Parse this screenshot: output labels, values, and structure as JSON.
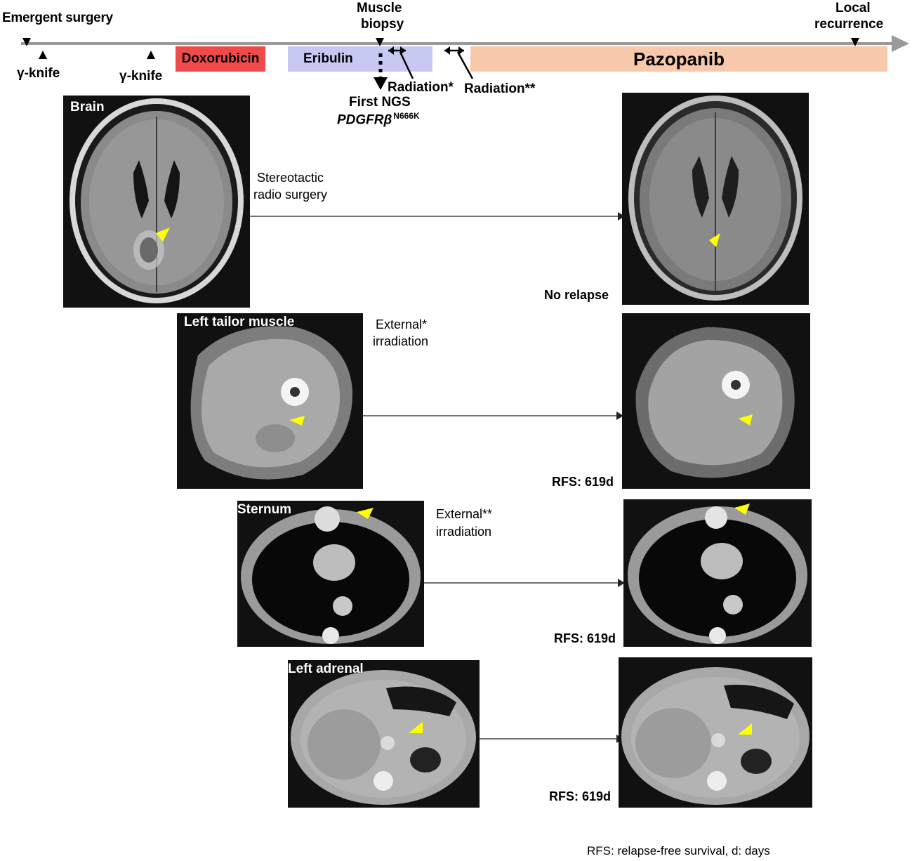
{
  "timeline": {
    "events_above": {
      "emergent": "Emergent surgery",
      "biopsy_line1": "Muscle",
      "biopsy_line2": "biopsy",
      "local_line1": "Local",
      "local_line2": "recurrence"
    },
    "events_below": {
      "gknife1": "γ-knife",
      "gknife2": "γ-knife",
      "ngs_line1": "First NGS",
      "ngs_gene": "PDGFRβ",
      "ngs_mutation": "N666K",
      "radiation1": "Radiation*",
      "radiation2": "Radiation**"
    },
    "therapies": [
      {
        "label": "Doxorubicin",
        "color": "#f04b4b"
      },
      {
        "label": "Eribulin",
        "color": "#c7c9f2"
      },
      {
        "label": "Pazopanib",
        "color": "#f7c9aa"
      }
    ]
  },
  "rows": [
    {
      "site": "Brain",
      "treatment_line1": "Stereotactic",
      "treatment_line2": "radio surgery",
      "outcome": "No relapse"
    },
    {
      "site": "Left tailor muscle",
      "treatment_line1": "External*",
      "treatment_line2": "irradiation",
      "outcome": "RFS:  619d"
    },
    {
      "site": "Sternum",
      "treatment_line1": "External**",
      "treatment_line2": "irradiation",
      "outcome": "RFS:  619d"
    },
    {
      "site": "Left adrenal",
      "treatment_line1": "",
      "treatment_line2": "",
      "outcome": "RFS:  619d"
    }
  ],
  "footnote": "RFS:  relapse-free survival, d: days",
  "colors": {
    "arrowhead": "#ffff00",
    "axis": "#9a9a9a"
  }
}
